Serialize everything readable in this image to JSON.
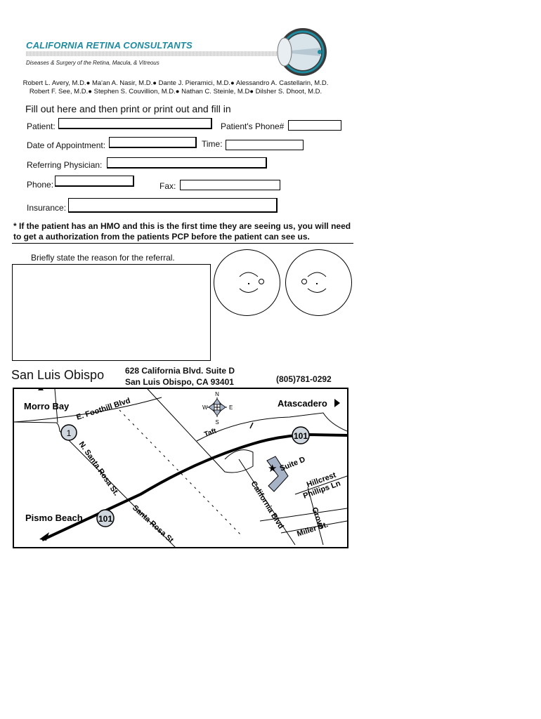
{
  "header": {
    "brand_name": "CALIFORNIA RETINA CONSULTANTS",
    "tagline": "Diseases & Surgery of the Retina, Macula, & Vitreous",
    "logo_icon": "eye-logo-icon",
    "brand_color": "#1d8ba0"
  },
  "doctors": {
    "row1": "Robert L. Avery, M.D.● Ma'an A. Nasir, M.D.● Dante J. Pieramici, M.D.● Alessandro A. Castellarin, M.D.",
    "row2": "Robert F. See, M.D.● Stephen S. Couvillion, M.D.● Nathan C. Steinle, M.D● Dilsher S. Dhoot, M.D."
  },
  "form": {
    "instructions": "Fill out here and then print or print out and fill in",
    "patient_label": "Patient:",
    "patient_phone_label": "Patient's Phone#",
    "appointment_label": "Date of Appointment:",
    "time_label": "Time:",
    "referring_label": "Referring Physician:",
    "phone_label": "Phone:",
    "fax_label": "Fax:",
    "insurance_label": "Insurance:",
    "hmo_note": "* If the patient has an HMO and this is the first time they are seeing us, you will need to get a authorization from the patients PCP before the patient can see us.",
    "reason_label": "Briefly state the reason for the referral."
  },
  "location": {
    "city": "San Luis Obispo",
    "address_line1": "628 California Blvd. Suite D",
    "address_line2": "San Luis Obispo, CA 93401",
    "phone": "(805)781-0292"
  },
  "map": {
    "morro_bay": "Morro Bay",
    "atascadero": "Atascadero",
    "pismo_beach": "Pismo Beach",
    "foothill": "E. Foothill Blvd",
    "n_santa_rosa": "N. Santa Rosa St.",
    "santa_rosa": "Santa Rosa St",
    "taft": "Taft",
    "suite": "Suite D",
    "california_blvd": "California Blvd",
    "hillcrest": "Hillcrest",
    "phillips": "Phillips Ln",
    "grove": "Grove",
    "miller": "Miller St.",
    "route_1": "1",
    "hwy_101_a": "101",
    "hwy_101_b": "101",
    "compass_n": "N",
    "compass_s": "S",
    "compass_e": "E",
    "compass_w": "W"
  }
}
